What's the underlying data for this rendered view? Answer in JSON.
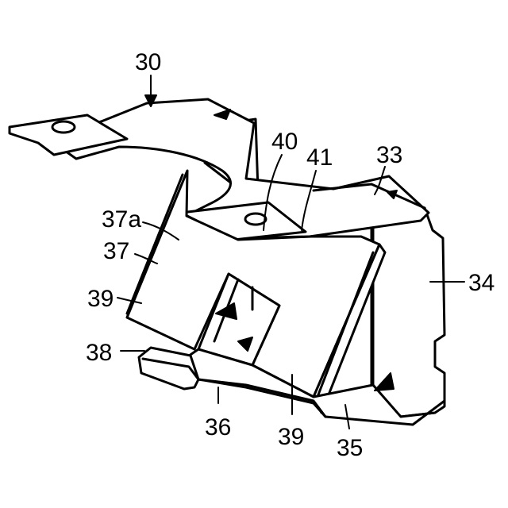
{
  "figure": {
    "labels": {
      "ref_30": "30",
      "ref_40": "40",
      "ref_41": "41",
      "ref_33": "33",
      "ref_37a": "37a",
      "ref_37": "37",
      "ref_34": "34",
      "ref_39_left": "39",
      "ref_38": "38",
      "ref_36": "36",
      "ref_39_bottom": "39",
      "ref_35": "35"
    }
  }
}
